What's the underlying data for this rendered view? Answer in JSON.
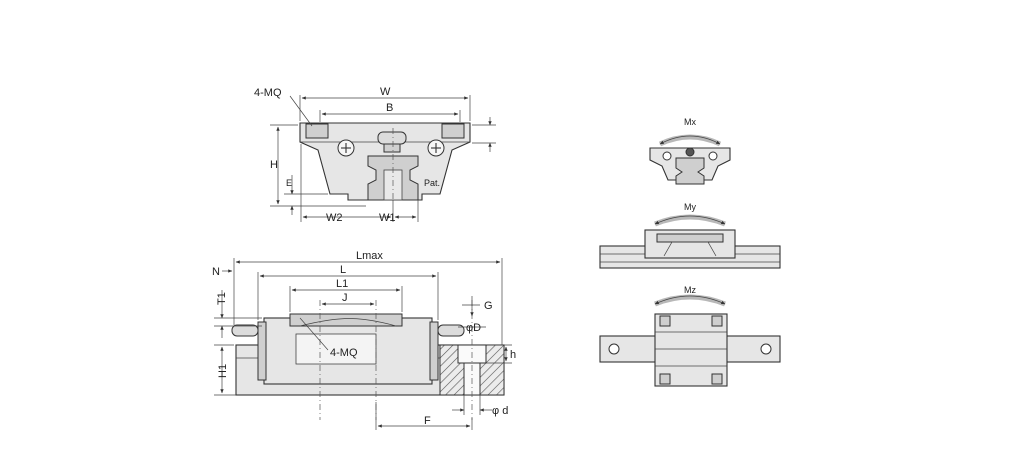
{
  "front_view": {
    "labels": {
      "mq": "4-MQ",
      "w": "W",
      "b": "B",
      "h": "H",
      "e": "E",
      "w2": "W2",
      "w1": "W1",
      "pat": "Pat."
    }
  },
  "side_view": {
    "labels": {
      "lmax": "Lmax",
      "l": "L",
      "l1": "L1",
      "j": "J",
      "n": "N",
      "t1": "T1",
      "h1": "H1",
      "mq": "4-MQ",
      "g": "G",
      "phi_d_large": "φD",
      "h_small": "h",
      "phi_d_small": "φ d",
      "f": "F"
    }
  },
  "moments": {
    "mx": "Mx",
    "my": "My",
    "mz": "Mz"
  },
  "colors": {
    "line": "#333333",
    "fill": "#e6e6e6",
    "shade": "#cfcfcf",
    "background": "#ffffff"
  }
}
